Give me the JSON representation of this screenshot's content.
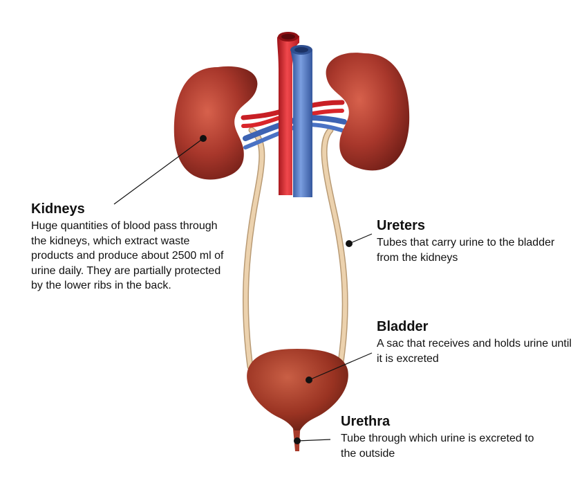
{
  "labels": {
    "kidneys": {
      "title": "Kidneys",
      "description": "Huge quantities of blood pass through the kidneys, which extract waste products and produce about 2500 ml of urine daily. They are partially protected by the lower ribs in the back."
    },
    "ureters": {
      "title": "Ureters",
      "description": "Tubes that carry urine to the bladder from the kidneys"
    },
    "bladder": {
      "title": "Bladder",
      "description": "A sac that receives and holds urine until it is excreted"
    },
    "urethra": {
      "title": "Urethra",
      "description": "Tube through which urine is excreted to the outside"
    }
  },
  "colors": {
    "kidney": "#a8372b",
    "bladder": "#9a3322",
    "ureter": "#e6c9a4",
    "artery": "#d9252a",
    "vein": "#4a72c4",
    "leader_line": "#111111"
  }
}
